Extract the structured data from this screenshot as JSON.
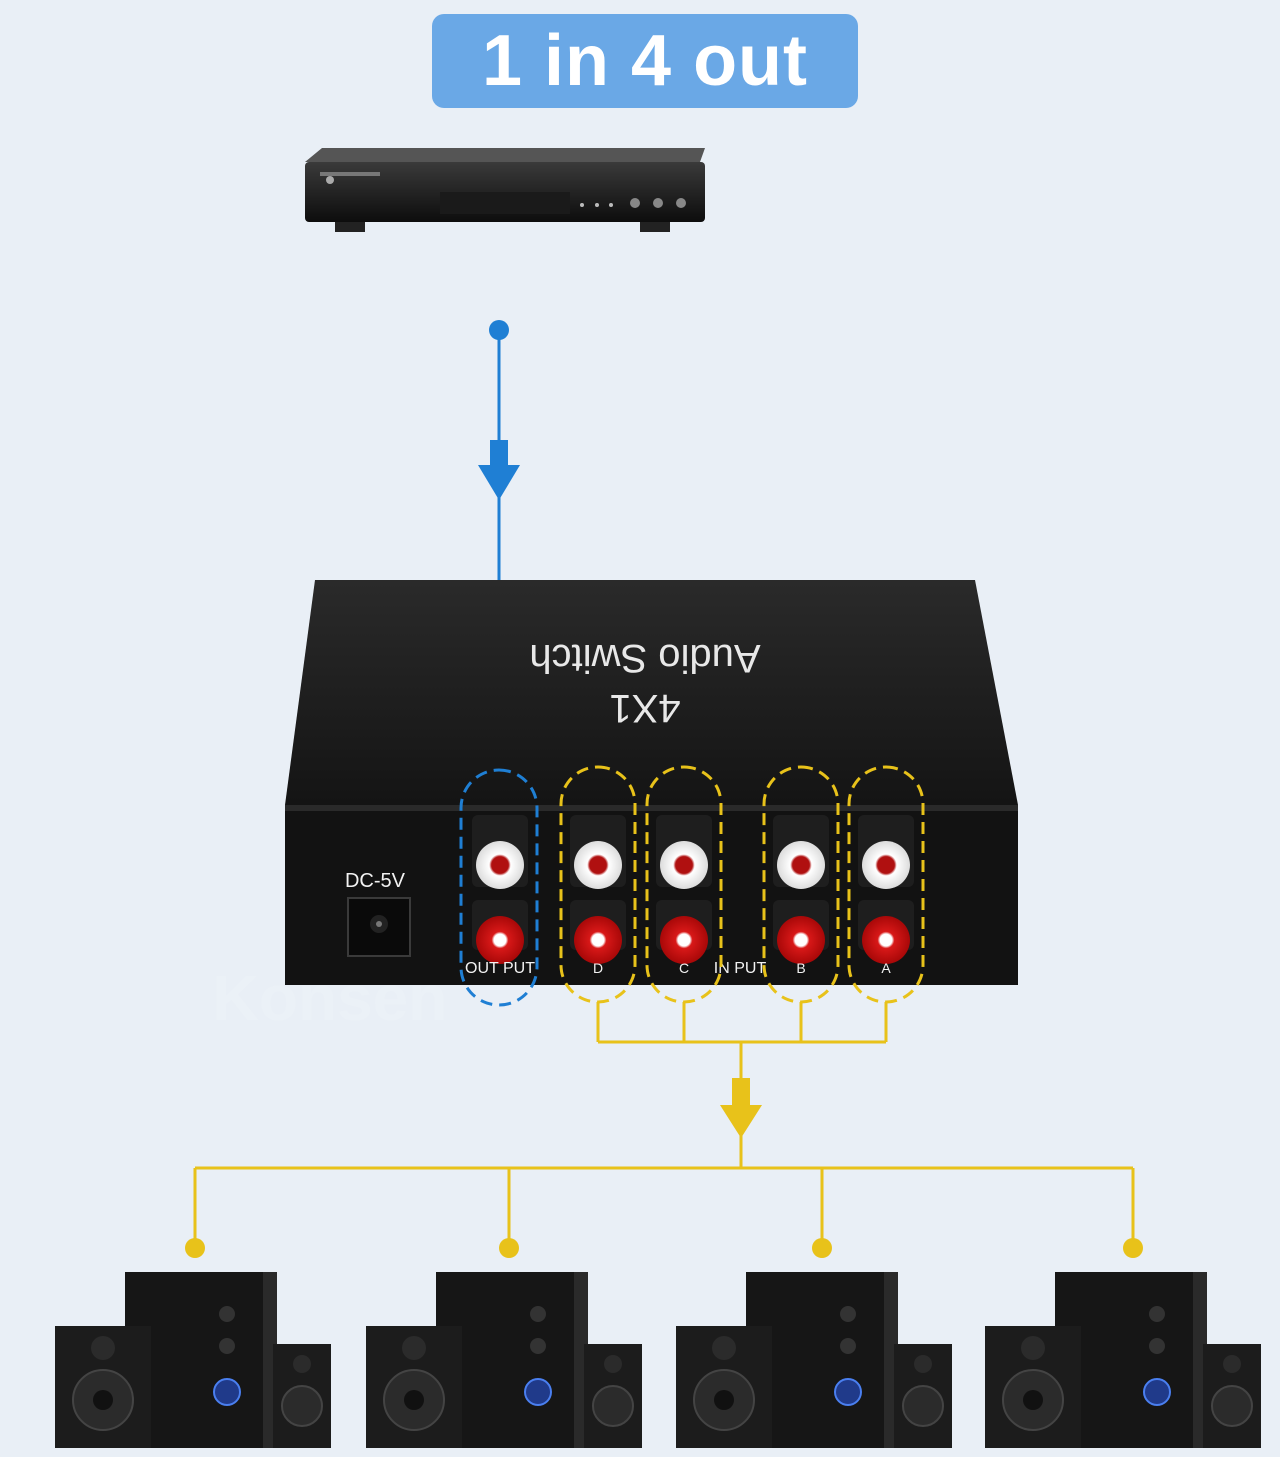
{
  "title": "1 in 4 out",
  "switch": {
    "top_line1": "Audio Switch",
    "top_line2": "4X1",
    "power_label": "DC-5V",
    "output_label": "OUT PUT",
    "input_label": "IN PUT",
    "port_letters": [
      "D",
      "C",
      "B",
      "A"
    ]
  },
  "watermark": "Konsen",
  "colors": {
    "input_line": "#1f7fd4",
    "output_line": "#e8c21a",
    "title_bg": "#6aa8e6",
    "background": "#e9eff6"
  },
  "devices": {
    "source": "blu-ray-player",
    "sinks": [
      "speaker-set",
      "speaker-set",
      "speaker-set",
      "speaker-set"
    ]
  }
}
